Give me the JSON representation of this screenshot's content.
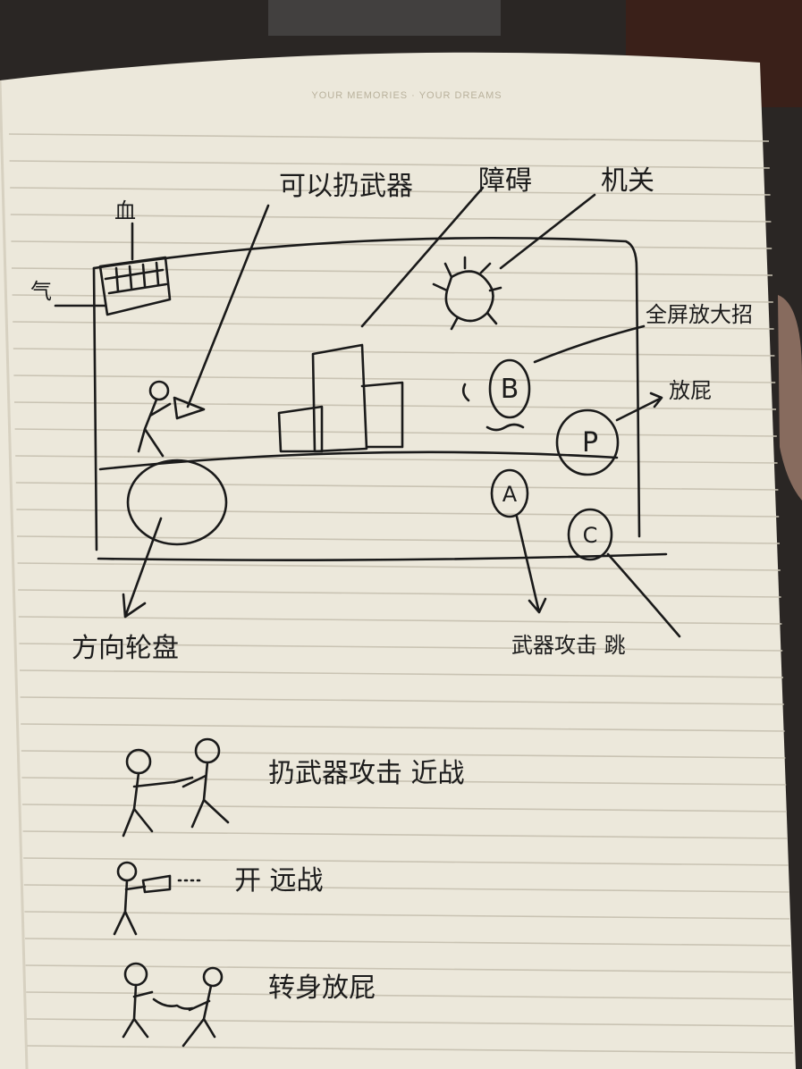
{
  "notebook": {
    "header": "YOUR MEMORIES · YOUR DREAMS",
    "colors": {
      "paper": "#ece8db",
      "ink": "#1a1a1a",
      "rule": "#c9c3b3",
      "background": "#2a2624"
    }
  },
  "sketch": {
    "labels": {
      "hp": "血",
      "mana": "气",
      "throw_weapon": "可以扔武器",
      "obstacle": "障碍",
      "trap": "机关",
      "ultimate": "全屏放大招",
      "fart": "放屁",
      "joystick": "方向轮盘",
      "attack_jump": "武器攻击 跳"
    },
    "buttons": {
      "a": "A",
      "b": "B",
      "c": "C",
      "p": "P"
    }
  },
  "notes": [
    {
      "text": "扔武器攻击 近战"
    },
    {
      "text": "开 远战"
    },
    {
      "text": "转身放屁"
    }
  ]
}
